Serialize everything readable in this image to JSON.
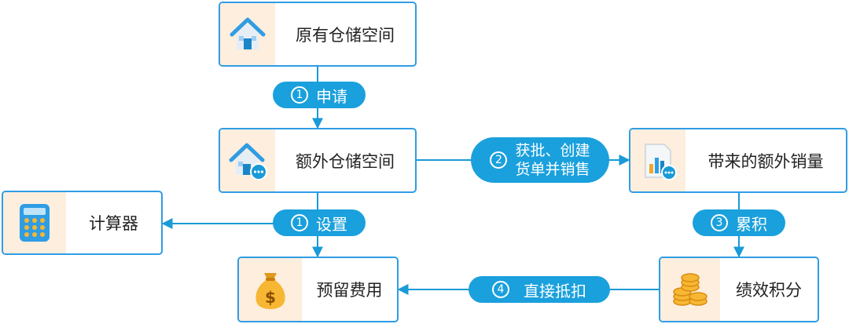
{
  "nodes": {
    "original_storage": {
      "label": "原有仓储空间",
      "icon": "house-icon"
    },
    "extra_storage": {
      "label": "额外仓储空间",
      "icon": "house-chat-icon"
    },
    "extra_sales": {
      "label": "带来的额外销量",
      "icon": "bar-chart-doc-icon"
    },
    "calculator": {
      "label": "计算器",
      "icon": "calculator-icon"
    },
    "reserve_fee": {
      "label": "预留费用",
      "icon": "money-bag-icon"
    },
    "performance_points": {
      "label": "绩效积分",
      "icon": "coins-stack-icon"
    }
  },
  "edges": {
    "apply": {
      "num": "1",
      "label": "申请"
    },
    "approve": {
      "num": "2",
      "line1": "获批、创建",
      "line2": "货单并销售"
    },
    "setup": {
      "num": "1",
      "label": "设置"
    },
    "accumulate": {
      "num": "3",
      "label": "累积"
    },
    "deduct": {
      "num": "4",
      "label": "直接抵扣"
    }
  },
  "colors": {
    "accent": "#1aa0dc",
    "border": "#2f9de4",
    "icon_bg": "#fdeede"
  }
}
